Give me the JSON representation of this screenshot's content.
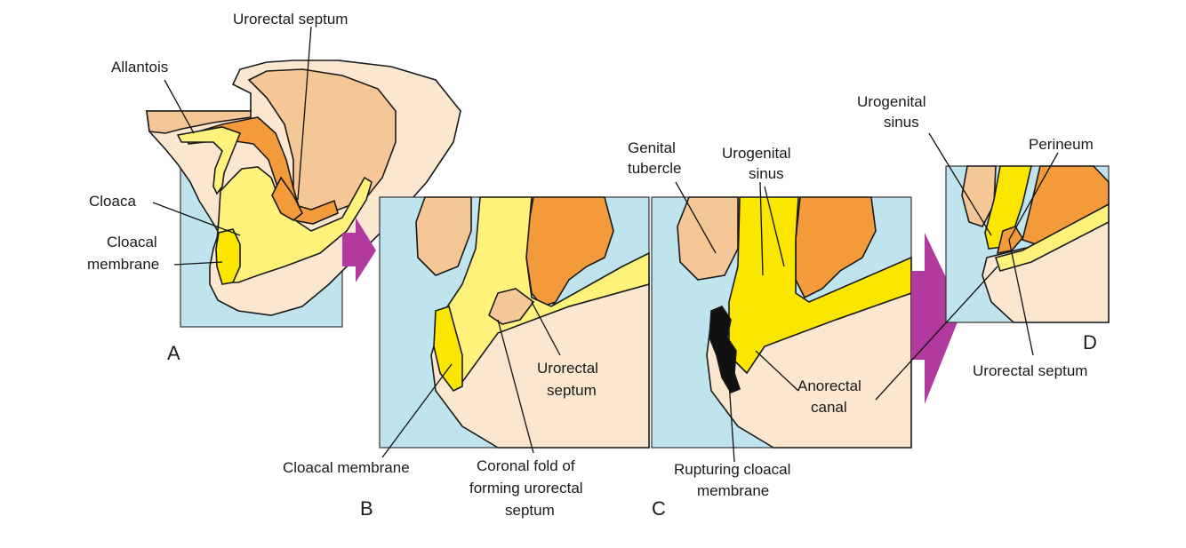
{
  "labels": {
    "allantois": "Allantois",
    "urorectal_septum_a": "Urorectal septum",
    "cloaca": "Cloaca",
    "cloacal_membrane_a_1": "Cloacal",
    "cloacal_membrane_a_2": "membrane",
    "cloacal_membrane_b": "Cloacal membrane",
    "coronal_fold_1": "Coronal fold of",
    "coronal_fold_2": "forming urorectal",
    "coronal_fold_3": "septum",
    "urorectal_septum_b_1": "Urorectal",
    "urorectal_septum_b_2": "septum",
    "genital_tubercle_1": "Genital",
    "genital_tubercle_2": "tubercle",
    "urogenital_sinus_c_1": "Urogenital",
    "urogenital_sinus_c_2": "sinus",
    "anorectal_canal_1": "Anorectal",
    "anorectal_canal_2": "canal",
    "rupturing_membrane_1": "Rupturing cloacal",
    "rupturing_membrane_2": "membrane",
    "urogenital_sinus_d_1": "Urogenital",
    "urogenital_sinus_d_2": "sinus",
    "perineum": "Perineum",
    "urorectal_septum_d": "Urorectal septum"
  },
  "panels": {
    "a": "A",
    "b": "B",
    "c": "C",
    "d": "D"
  },
  "colors": {
    "background_box": "#bfe4ee",
    "skin": "#fbe6cf",
    "tissue_light": "#f6c796",
    "tissue_dark": "#f39a3a",
    "endoderm_yellow": "#fff27a",
    "bright_yellow": "#fbe600",
    "arrow_magenta": "#b23a9e"
  }
}
